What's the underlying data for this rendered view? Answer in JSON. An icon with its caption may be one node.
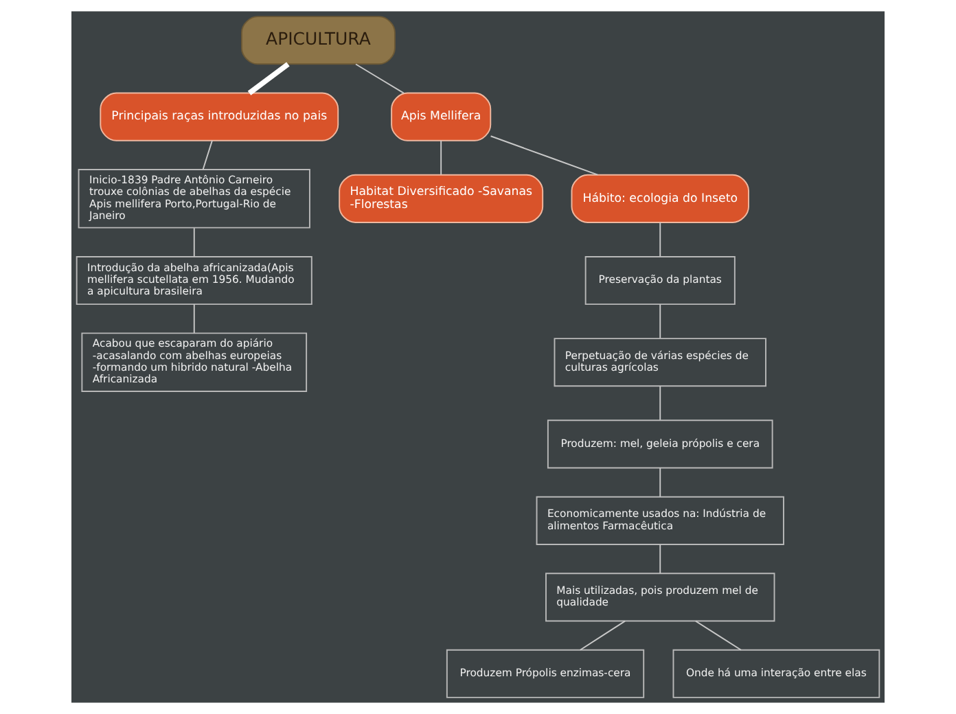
{
  "diagram": {
    "nodes": [
      {
        "text": [
          "APICULTURA"
        ]
      },
      {
        "text": [
          "Principais raças introduzidas no pais"
        ]
      },
      {
        "text": [
          "Inicio-1839 Padre Antônio Carneiro trouxe colônias de abelhas da espécie Apis mellifera Porto,Portugal-Rio de Janeiro"
        ]
      },
      {
        "text": [
          "Introdução da abelha africanizada(Apis mellifera scutellata em 1956. Mudando a apicultura brasileira"
        ]
      },
      {
        "text": [
          "Acabou que escaparam do apiário -acasalando com abelhas europeias -formando um hibrido natural -Abelha Africanizada"
        ]
      },
      {
        "text": [
          "Apis Mellifera"
        ]
      },
      {
        "text": [
          "Habitat Diversificado -Savanas -Florestas"
        ]
      },
      {
        "text": [
          "Hábito: ecologia do Inseto"
        ]
      },
      {
        "text": [
          "Preservação da plantas"
        ]
      },
      {
        "text": [
          "Perpetuação de várias espécies de culturas agrícolas"
        ]
      },
      {
        "text": [
          "Produzem: mel, geleia própolis e cera"
        ]
      },
      {
        "text": [
          "Economicamente usados na: Indústria de alimentos Farmacêutica"
        ]
      },
      {
        "text": [
          "Mais utilizadas, pois produzem mel de qualidade"
        ]
      },
      {
        "text": [
          "Produzem Própolis enzimas-cera"
        ]
      },
      {
        "text": [
          "Onde há uma interação entre elas"
        ]
      }
    ],
    "edges": [
      {
        "from": 0,
        "to": 1,
        "arrow": "none",
        "style": "thick"
      },
      {
        "from": 1,
        "to": 2,
        "arrow": "none"
      },
      {
        "from": 2,
        "to": 3,
        "arrow": "none"
      },
      {
        "from": 3,
        "to": 4,
        "arrow": "none"
      },
      {
        "from": 0,
        "to": 5,
        "arrow": "none"
      },
      {
        "from": 5,
        "to": 6,
        "arrow": "none"
      },
      {
        "from": 5,
        "to": 7,
        "arrow": "none"
      },
      {
        "from": 7,
        "to": 8,
        "arrow": "none"
      },
      {
        "from": 8,
        "to": 9,
        "arrow": "none"
      },
      {
        "from": 9,
        "to": 10,
        "arrow": "none"
      },
      {
        "from": 10,
        "to": 11,
        "arrow": "none"
      },
      {
        "from": 11,
        "to": 12,
        "arrow": "none"
      },
      {
        "from": 12,
        "to": 13,
        "arrow": "none"
      },
      {
        "from": 12,
        "to": 14,
        "arrow": "none"
      }
    ]
  }
}
